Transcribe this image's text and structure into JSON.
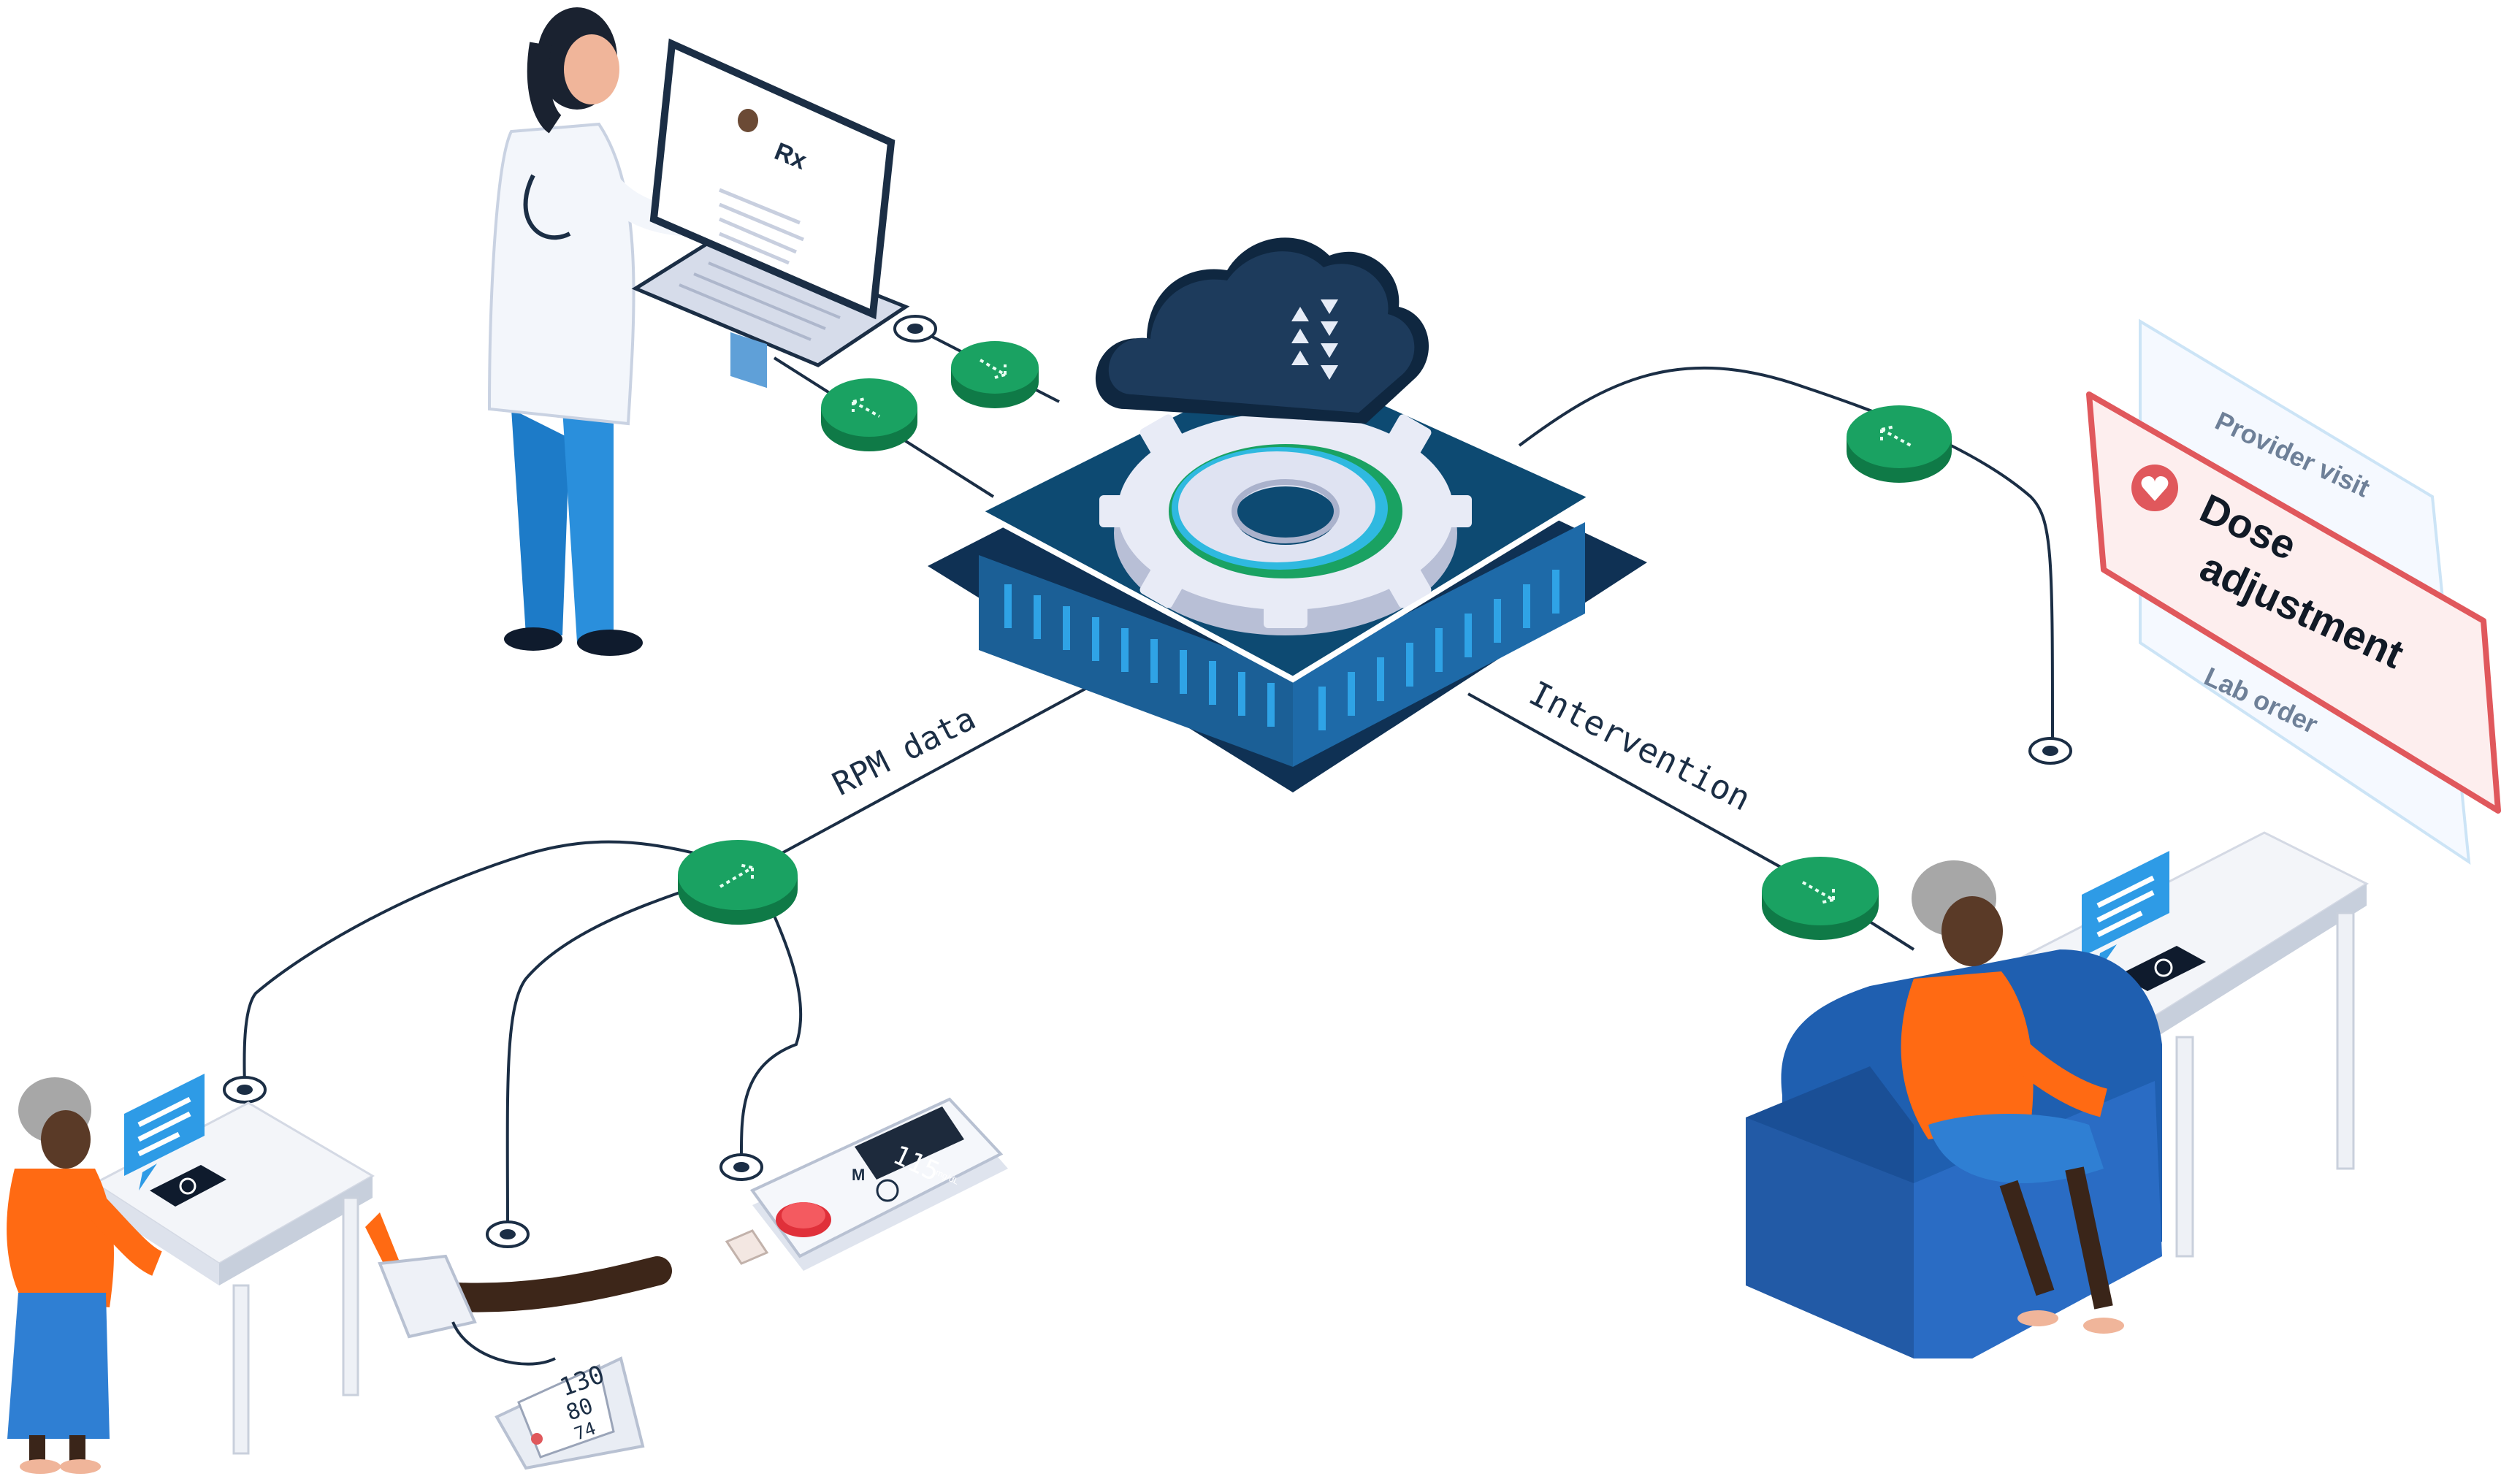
{
  "labels": {
    "rx": "Rx",
    "rpm_data": "RPM data",
    "intervention": "Intervention"
  },
  "action_card": {
    "back_label": "Provider visit",
    "title_line1": "Dose",
    "title_line2": "adjustment",
    "front_label": "Lab order"
  },
  "glucometer": {
    "reading": "115",
    "unit": "mg/dL",
    "button_m": "M"
  },
  "bp_monitor": {
    "systolic": "130",
    "diastolic": "80",
    "pulse": "74"
  },
  "colors": {
    "node_green": "#1aa262",
    "hub_navy": "#0f3154",
    "hub_top": "#0d4a72",
    "accent_blue": "#2e8fd6",
    "card_red": "#e0585c",
    "patient_orange": "#ff6a13",
    "skirt_blue": "#2f7fd3",
    "chair_blue": "#1f5fb0"
  },
  "icons": [
    "cloud-icon",
    "gear-icon",
    "heart-icon",
    "chat-icon",
    "phone-icon",
    "stethoscope-icon"
  ]
}
